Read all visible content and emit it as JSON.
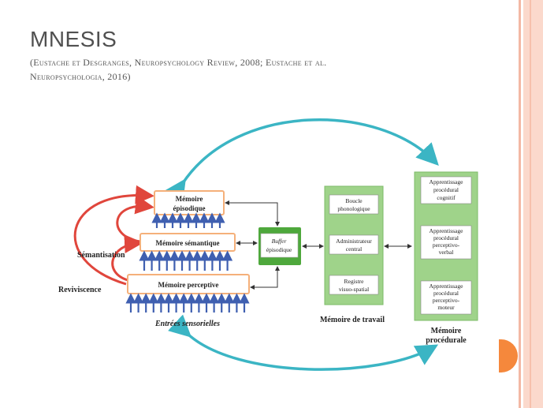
{
  "slide": {
    "title": "MNESIS",
    "subtitle_line1": "(Eustache et Desgranges, Neuropsychology Review, 2008; Eustache et al.",
    "subtitle_line2": "Neuropsychologia, 2016)"
  },
  "diagram": {
    "episodic": [
      "Mémoire",
      "épisodique"
    ],
    "semantic": "Mémoire sémantique",
    "perceptual": "Mémoire perceptive",
    "buffer": [
      "Buffer",
      "épisodique"
    ],
    "working_memory": {
      "items": [
        [
          "Boucle",
          "phonologique"
        ],
        [
          "Administrateur",
          "central"
        ],
        [
          "Registre",
          "visuo-spatial"
        ]
      ],
      "label": "Mémoire de travail"
    },
    "procedural": {
      "items": [
        [
          "Apprentissage",
          "procédural",
          "cognitif"
        ],
        [
          "Apprentissage",
          "procédural",
          "perceptivo-",
          "verbal"
        ],
        [
          "Apprentissage",
          "procédural",
          "perceptivo-",
          "moteur"
        ]
      ],
      "label": [
        "Mémoire",
        "procédurale"
      ]
    },
    "semantisation": "Sémantisation",
    "reviviscence": "Reviviscence",
    "sensory_inputs": "Entrées sensorielles"
  },
  "colors": {
    "accent_orange": "#f5883c",
    "stripe_pink": "#f6c8b8",
    "arrow_red": "#e0463c",
    "arrow_teal": "#3bb5c4",
    "arrow_blue": "#3f5fb0",
    "green_dark": "#4ea83c",
    "green_light": "#9fd38a"
  }
}
